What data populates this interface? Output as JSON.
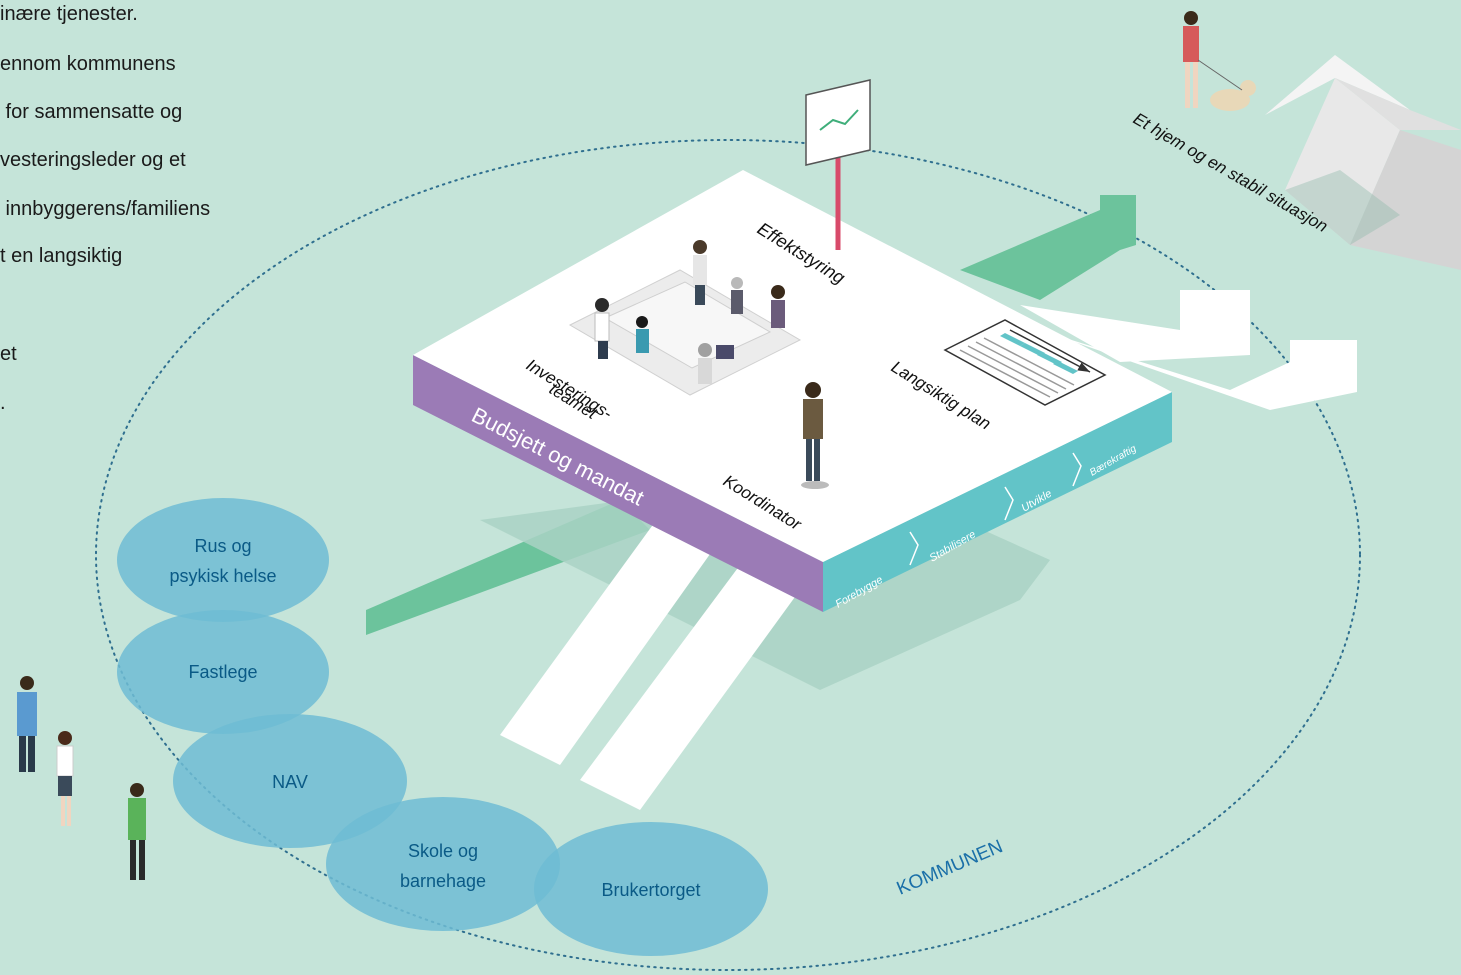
{
  "intro_text": {
    "lines": [
      "inære tjenester.",
      "ennom kommunens",
      " for sammensatte og",
      "vesteringsleder og et",
      " innbyggerens/familiens",
      "t en langsiktig",
      "et",
      "."
    ]
  },
  "platform": {
    "budget_label": "Budsjett og mandat",
    "effect_label": "Effektstyring",
    "investment_team_line1": "Investerings-",
    "investment_team_line2": "teamet",
    "coordinator_label": "Koordinator",
    "plan_label": "Langsiktig plan",
    "stages": [
      "Forebygge",
      "Stabilisere",
      "Utvikle",
      "Bærekraftig"
    ]
  },
  "goal_label": "Et hjem og en stabil situasjon",
  "municipality_label": "KOMMUNEN",
  "services": [
    {
      "line1": "Rus og",
      "line2": "psykisk helse"
    },
    {
      "line1": "Fastlege",
      "line2": ""
    },
    {
      "line1": "NAV",
      "line2": ""
    },
    {
      "line1": "Skole og",
      "line2": "barnehage"
    },
    {
      "line1": "Brukertorget",
      "line2": ""
    }
  ],
  "colors": {
    "background": "#c5e4d9",
    "green_arrow": "#6cc39c",
    "purple": "#9b7bb6",
    "teal": "#62c4c8",
    "service_circle": "#6fbcd4",
    "service_text": "#0a5a86",
    "municipality_text": "#1a6fa8"
  }
}
